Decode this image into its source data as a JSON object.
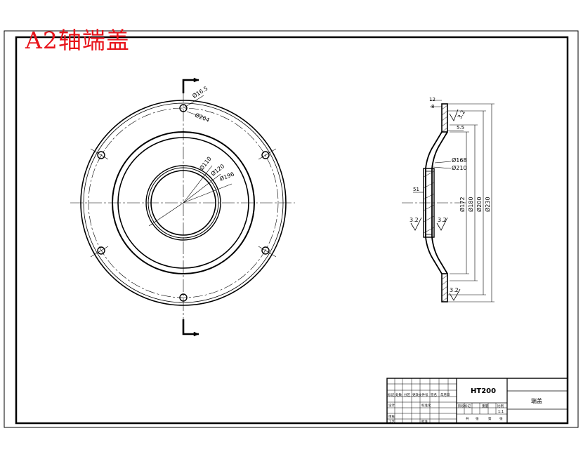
{
  "title": "A2轴端盖",
  "colors": {
    "title": "#e8141b",
    "line": "#000000",
    "paper": "#ffffff"
  },
  "front_view": {
    "dims": {
      "d_bolt_hole": "Ø16.5",
      "d_bolt_circle": "Ø204",
      "d_110": "Ø110",
      "d_120": "Ø120",
      "d_196": "Ø196"
    }
  },
  "section_view": {
    "dims": {
      "t12": "12",
      "t8": "8",
      "t5_5": "5.5",
      "s51": "51",
      "d_168": "Ø168",
      "d_210": "Ø210",
      "d_172": "Ø172",
      "d_180": "Ø180",
      "d_200": "Ø200",
      "d_230": "Ø230"
    },
    "roughness": {
      "r1": "3.2",
      "r2": "3.2",
      "r3": "3.2",
      "r4": "3.2"
    }
  },
  "title_block": {
    "material": "HT200",
    "part_name": "端盖",
    "rev_headers": [
      "标记",
      "处数",
      "分区",
      "更改文件号",
      "签名",
      "年月日"
    ],
    "row_labels": [
      "设计",
      "审核",
      "工艺"
    ],
    "standardize": "标准化",
    "approve": "批准",
    "stage_headers": [
      "阶段标记",
      "重量",
      "比例"
    ],
    "sheet_total": "共",
    "sheet_index": "第",
    "sheet_word": "张",
    "scale": "1:1"
  }
}
